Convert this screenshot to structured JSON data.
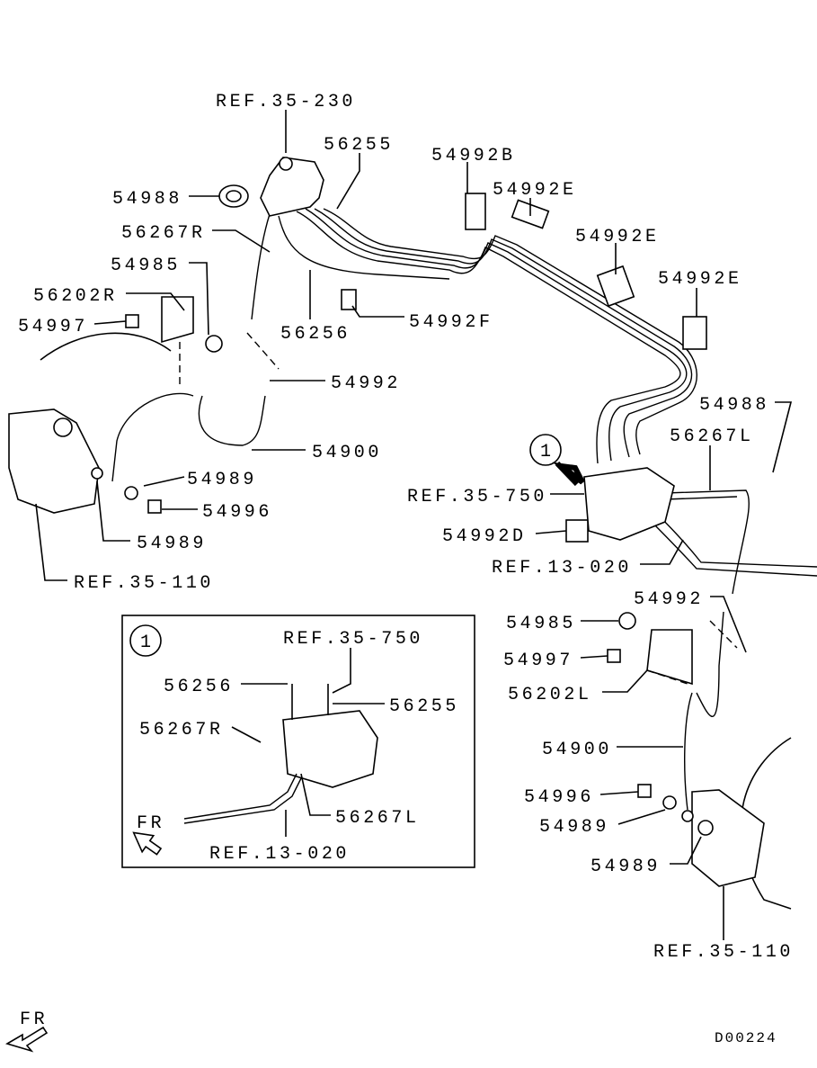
{
  "diagram_code": "D00224",
  "labels": {
    "ref_35_230": "REF.35-230",
    "p56255_top": "56255",
    "p54992B": "54992B",
    "p54988_left": "54988",
    "p54992E_1": "54992E",
    "p56267R_top": "56267R",
    "p54992E_2": "54992E",
    "p54985_left": "54985",
    "p54992E_3": "54992E",
    "p56202R": "56202R",
    "p54992F": "54992F",
    "p54997_left": "54997",
    "p56256_top": "56256",
    "p54992_left": "54992",
    "p54988_right": "54988",
    "p56267L_top": "56267L",
    "p54900_left": "54900",
    "callout_1": "1",
    "p54989_a": "54989",
    "ref_35_750": "REF.35-750",
    "p54996_left": "54996",
    "p54992D": "54992D",
    "p54989_b": "54989",
    "ref_13_020": "REF.13-020",
    "ref_35_110_left": "REF.35-110",
    "p54992_right": "54992",
    "p54985_right": "54985",
    "p54997_right": "54997",
    "p56202L": "56202L",
    "p54900_right": "54900",
    "p54996_right": "54996",
    "p54989_c": "54989",
    "p54989_d": "54989",
    "ref_35_110_right": "REF.35-110",
    "fr": "FR"
  },
  "inset": {
    "callout": "1",
    "ref_35_750": "REF.35-750",
    "p56256": "56256",
    "p56255": "56255",
    "p56267R": "56267R",
    "p56267L": "56267L",
    "fr": "FR",
    "ref_13_020": "REF.13-020"
  }
}
